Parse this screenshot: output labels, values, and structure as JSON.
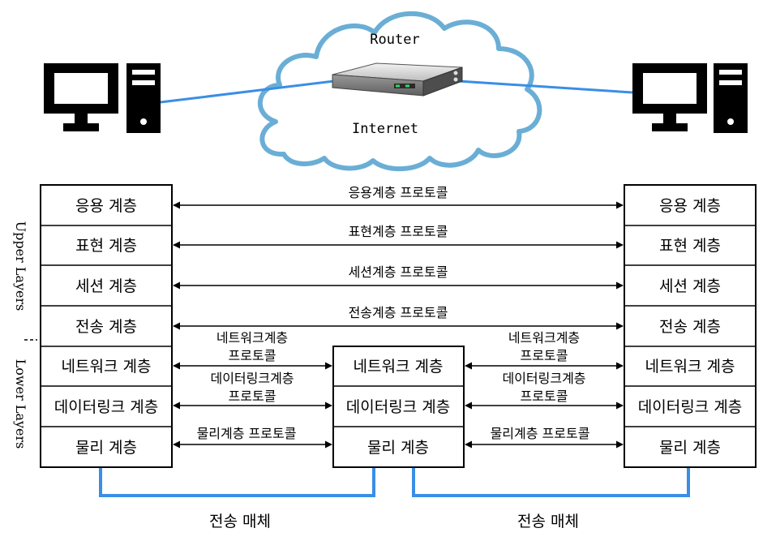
{
  "colors": {
    "cloud_stroke": "#6aaed6",
    "link_line": "#3a8ee6",
    "medium_line": "#3a8ee6",
    "box_stroke": "#000000"
  },
  "network": {
    "router_label": "Router",
    "internet_label": "Internet",
    "left_host_icon": "desktop-computer-icon",
    "right_host_icon": "desktop-computer-icon",
    "router_icon": "router-icon",
    "cloud_icon": "cloud-icon"
  },
  "side_labels": {
    "upper": "Upper Layers",
    "lower": "Lower Layers"
  },
  "left_stack": [
    "응용 계층",
    "표현 계층",
    "세션 계층",
    "전송 계층",
    "네트워크 계층",
    "데이터링크 계층",
    "물리 계층"
  ],
  "right_stack": [
    "응용 계층",
    "표현 계층",
    "세션 계층",
    "전송 계층",
    "네트워크 계층",
    "데이터링크 계층",
    "물리 계층"
  ],
  "middle_stack": [
    "네트워크 계층",
    "데이터링크 계층",
    "물리 계층"
  ],
  "protocols_full": [
    "응용계층 프로토콜",
    "표현계층 프로토콜",
    "세션계층 프로토콜",
    "전송계층 프로토콜"
  ],
  "protocols_left": {
    "network": [
      "네트워크계층",
      "프로토콜"
    ],
    "datalink": [
      "데이터링크계층",
      "프로토콜"
    ],
    "physical": "물리계층 프로토콜"
  },
  "protocols_right": {
    "network": [
      "네트워크계층",
      "프로토콜"
    ],
    "datalink": [
      "데이터링크계층",
      "프로토콜"
    ],
    "physical": "물리계층 프로토콜"
  },
  "media": {
    "left": "전송 매체",
    "right": "전송 매체"
  }
}
